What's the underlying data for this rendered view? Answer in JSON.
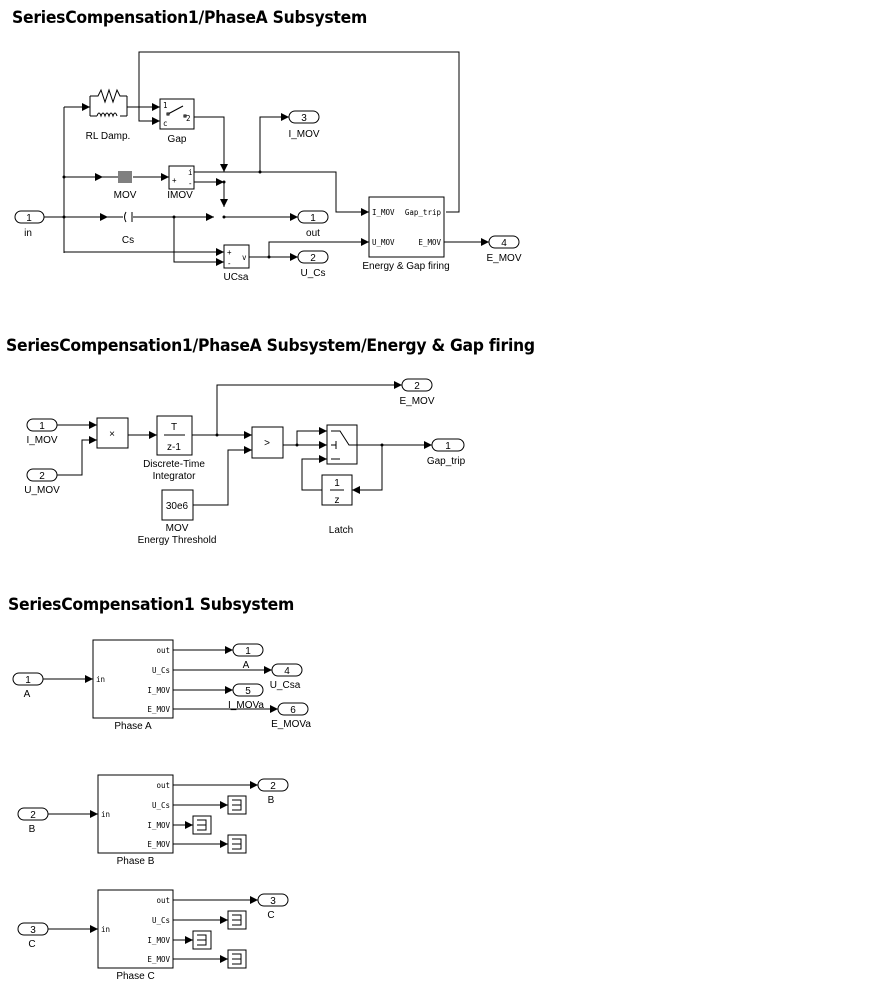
{
  "titles": {
    "phaseA": "SeriesCompensation1/PhaseA Subsystem",
    "energy": "SeriesCompensation1/PhaseA Subsystem/Energy & Gap firing",
    "top": "SeriesCompensation1 Subsystem"
  },
  "phaseA": {
    "inport": {
      "num": "1",
      "label": "in"
    },
    "rl_damp": "RL Damp.",
    "gap": {
      "label": "Gap",
      "port1": "1",
      "port2": "2",
      "portc": "c"
    },
    "mov": "MOV",
    "imov": {
      "label": "IMOV",
      "plus": "+",
      "minus": "-",
      "out": "i"
    },
    "cs": "Cs",
    "ucsa": {
      "label": "UCsa",
      "plus": "+",
      "minus": "-",
      "out": "v"
    },
    "outports": [
      {
        "num": "3",
        "label": "I_MOV"
      },
      {
        "num": "1",
        "label": "out"
      },
      {
        "num": "2",
        "label": "U_Cs"
      },
      {
        "num": "4",
        "label": "E_MOV"
      }
    ],
    "energy_block": {
      "label": "Energy & Gap firing",
      "in1": "I_MOV",
      "in2": "U_MOV",
      "out1": "Gap_trip",
      "out2": "E_MOV"
    }
  },
  "energy": {
    "inports": [
      {
        "num": "1",
        "label": "I_MOV"
      },
      {
        "num": "2",
        "label": "U_MOV"
      }
    ],
    "product": "×",
    "integrator": {
      "num": "T",
      "den": "z-1",
      "label1": "Discrete-Time",
      "label2": "Integrator"
    },
    "threshold": {
      "value": "30e6",
      "label1": "MOV",
      "label2": "Energy Threshold"
    },
    "relational": ">",
    "delay": {
      "num": "1",
      "den": "z"
    },
    "latch": "Latch",
    "outports": [
      {
        "num": "2",
        "label": "E_MOV"
      },
      {
        "num": "1",
        "label": "Gap_trip"
      }
    ]
  },
  "top": {
    "phases": [
      {
        "label": "Phase A",
        "in_num": "1",
        "in_label": "A",
        "ports": [
          "out",
          "U_Cs",
          "I_MOV",
          "E_MOV"
        ],
        "outs": [
          {
            "num": "1",
            "label": "A"
          },
          {
            "num": "4",
            "label": "U_Csa"
          },
          {
            "num": "5",
            "label": "I_MOVa"
          },
          {
            "num": "6",
            "label": "E_MOVa"
          }
        ]
      },
      {
        "label": "Phase B",
        "in_num": "2",
        "in_label": "B",
        "ports": [
          "out",
          "U_Cs",
          "I_MOV",
          "E_MOV"
        ],
        "outs": [
          {
            "num": "2",
            "label": "B"
          }
        ]
      },
      {
        "label": "Phase C",
        "in_num": "3",
        "in_label": "C",
        "ports": [
          "out",
          "U_Cs",
          "I_MOV",
          "E_MOV"
        ],
        "outs": [
          {
            "num": "3",
            "label": "C"
          }
        ]
      }
    ],
    "in_port_label": "in"
  }
}
